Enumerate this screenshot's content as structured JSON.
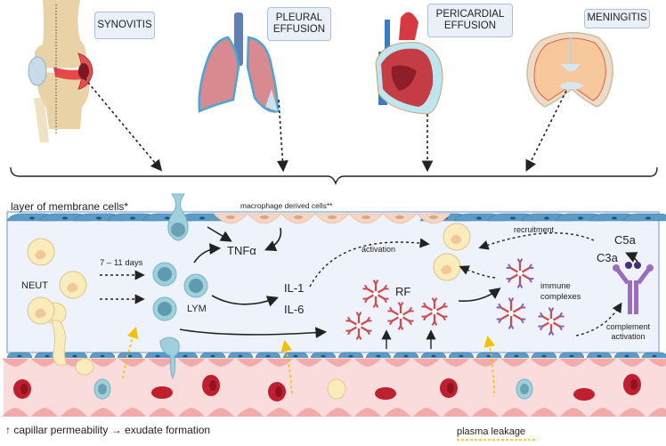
{
  "conditions": [
    {
      "label": "SYNOVITIS"
    },
    {
      "label": "PLEURAL EFFUSION",
      "line1": "PLEURAL",
      "line2": "EFFUSION"
    },
    {
      "label": "PERICARDIAL EFFUSION",
      "line1": "PERICARDIAL",
      "line2": "EFFUSION"
    },
    {
      "label": "MENINGITIS"
    }
  ],
  "membrane": {
    "layer_label": "layer of membrane cells*",
    "macrophage_label": "macrophage derived cells**"
  },
  "cells": {
    "neut": "NEUT",
    "lym": "LYM",
    "days": "7 – 11 days"
  },
  "mediators": {
    "tnf": "TNFα",
    "il1": "IL-1",
    "il6": "IL-6",
    "rf": "RF",
    "c5a": "C5a",
    "c3a": "C3a"
  },
  "processes": {
    "activation": "activation",
    "recruitment": "recruitment",
    "immune_complexes_1": "immune",
    "immune_complexes_2": "complexes",
    "complement_1": "complement",
    "complement_2": "activation"
  },
  "captions": {
    "permeability": "↑ capillar permeability → exudate formation",
    "plasma_leakage": "plasma leakage"
  },
  "colors": {
    "fluid": "#eef3fb",
    "membrane_cell": "#5b9bc4",
    "vessel": "#fadcdc",
    "rbc": "#c0202e",
    "leak_arrow": "#f2c200",
    "antibody": "#cf4a4e",
    "complement": "#8a5ea8"
  }
}
